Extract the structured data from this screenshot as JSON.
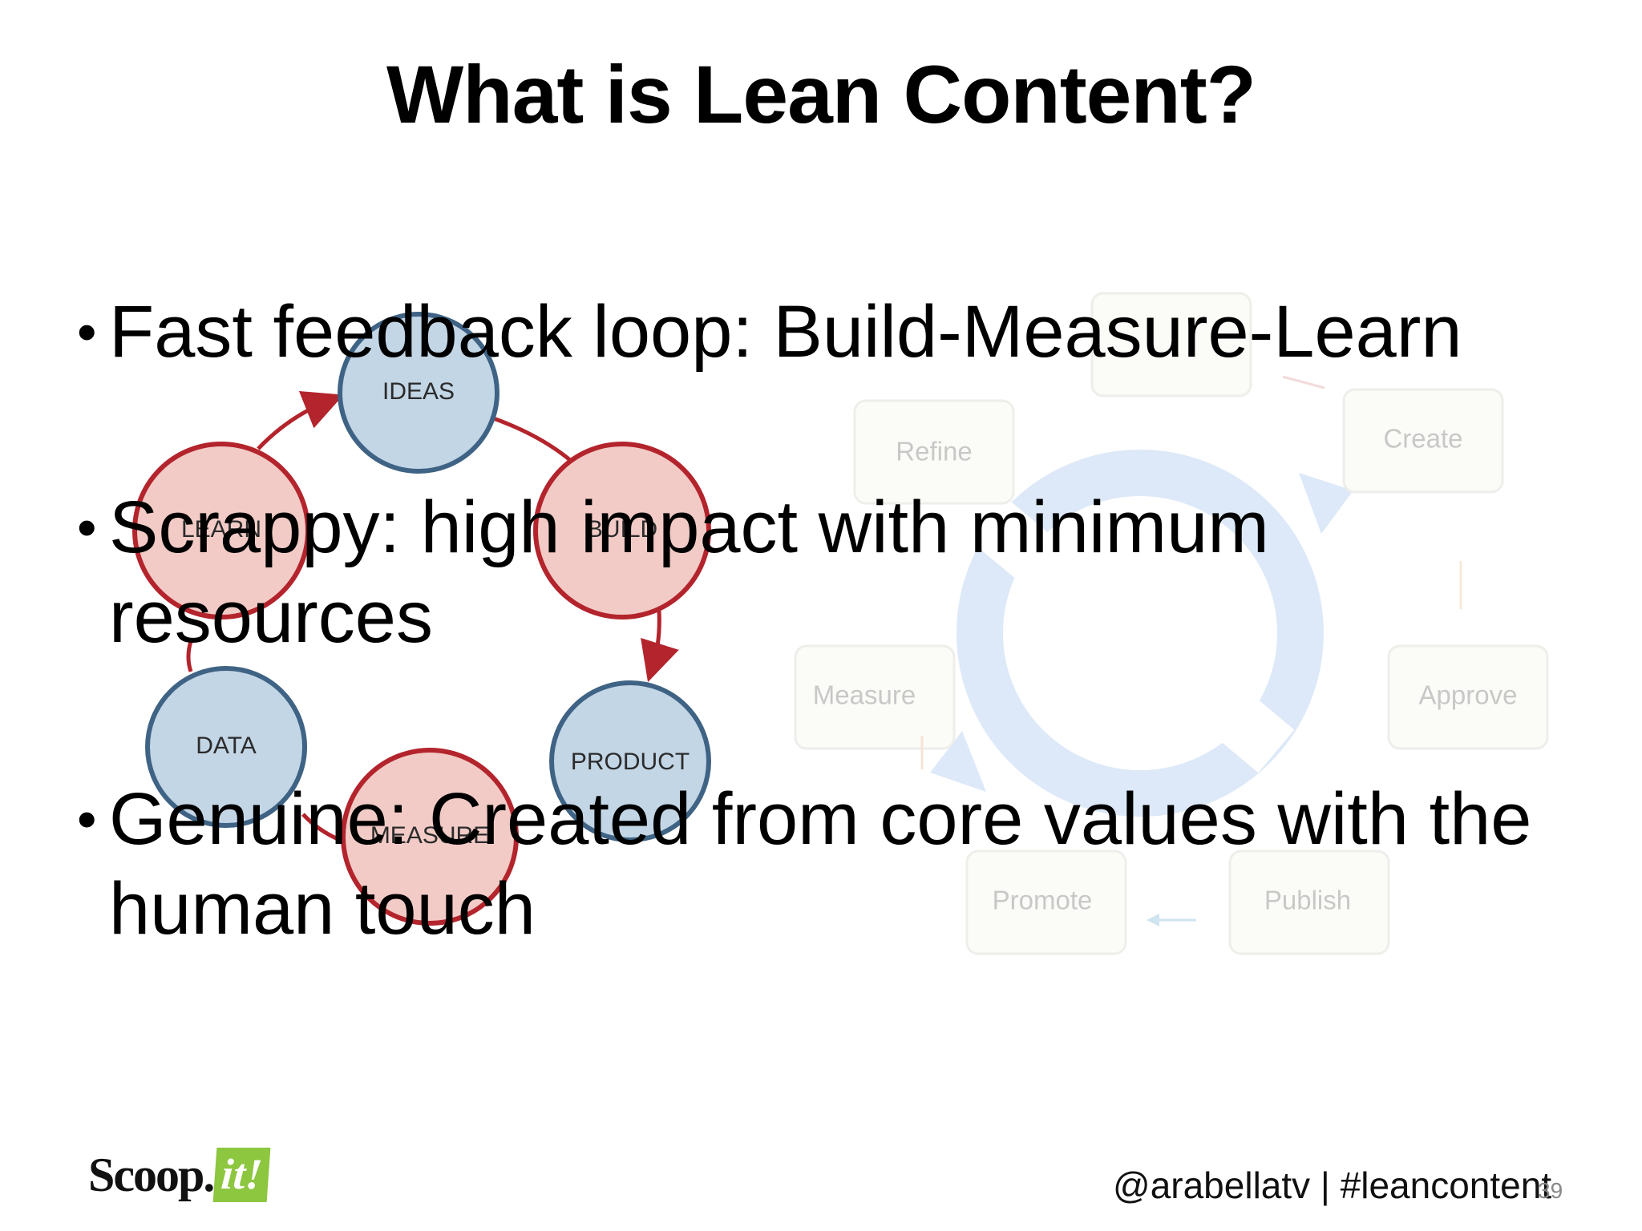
{
  "slide": {
    "title": "What is Lean Content?",
    "bullets": [
      "Fast feedback loop: Build-Measure-Learn",
      "Scrappy: high impact with minimum resources",
      "Genuine: Created from core values with the human touch"
    ],
    "bullet_glyph": "•"
  },
  "loop_diagram": {
    "nodes": [
      "IDEAS",
      "BUILD",
      "PRODUCT",
      "MEASURE",
      "DATA",
      "LEARN"
    ],
    "colors": {
      "blue_fill": "#c3d6e6",
      "blue_stroke": "#3f6384",
      "red_fill": "#f2cbc6",
      "red_stroke": "#b3242c",
      "arrow": "#b3242c"
    }
  },
  "content_cycle": {
    "steps": [
      "Refine",
      "Create",
      "Measure",
      "Approve",
      "Promote",
      "Publish"
    ],
    "colors": {
      "box_fill": "#fbfbf7",
      "box_stroke": "#eeeeea",
      "text": "#c8c8c8",
      "ring": "#dde9f8"
    }
  },
  "footer": {
    "logo_word": "Scoop.",
    "logo_badge": "it!",
    "logo_badge_color": "#8dc63f",
    "handle": "@arabellatv | #leancontent",
    "page_number": "39"
  }
}
